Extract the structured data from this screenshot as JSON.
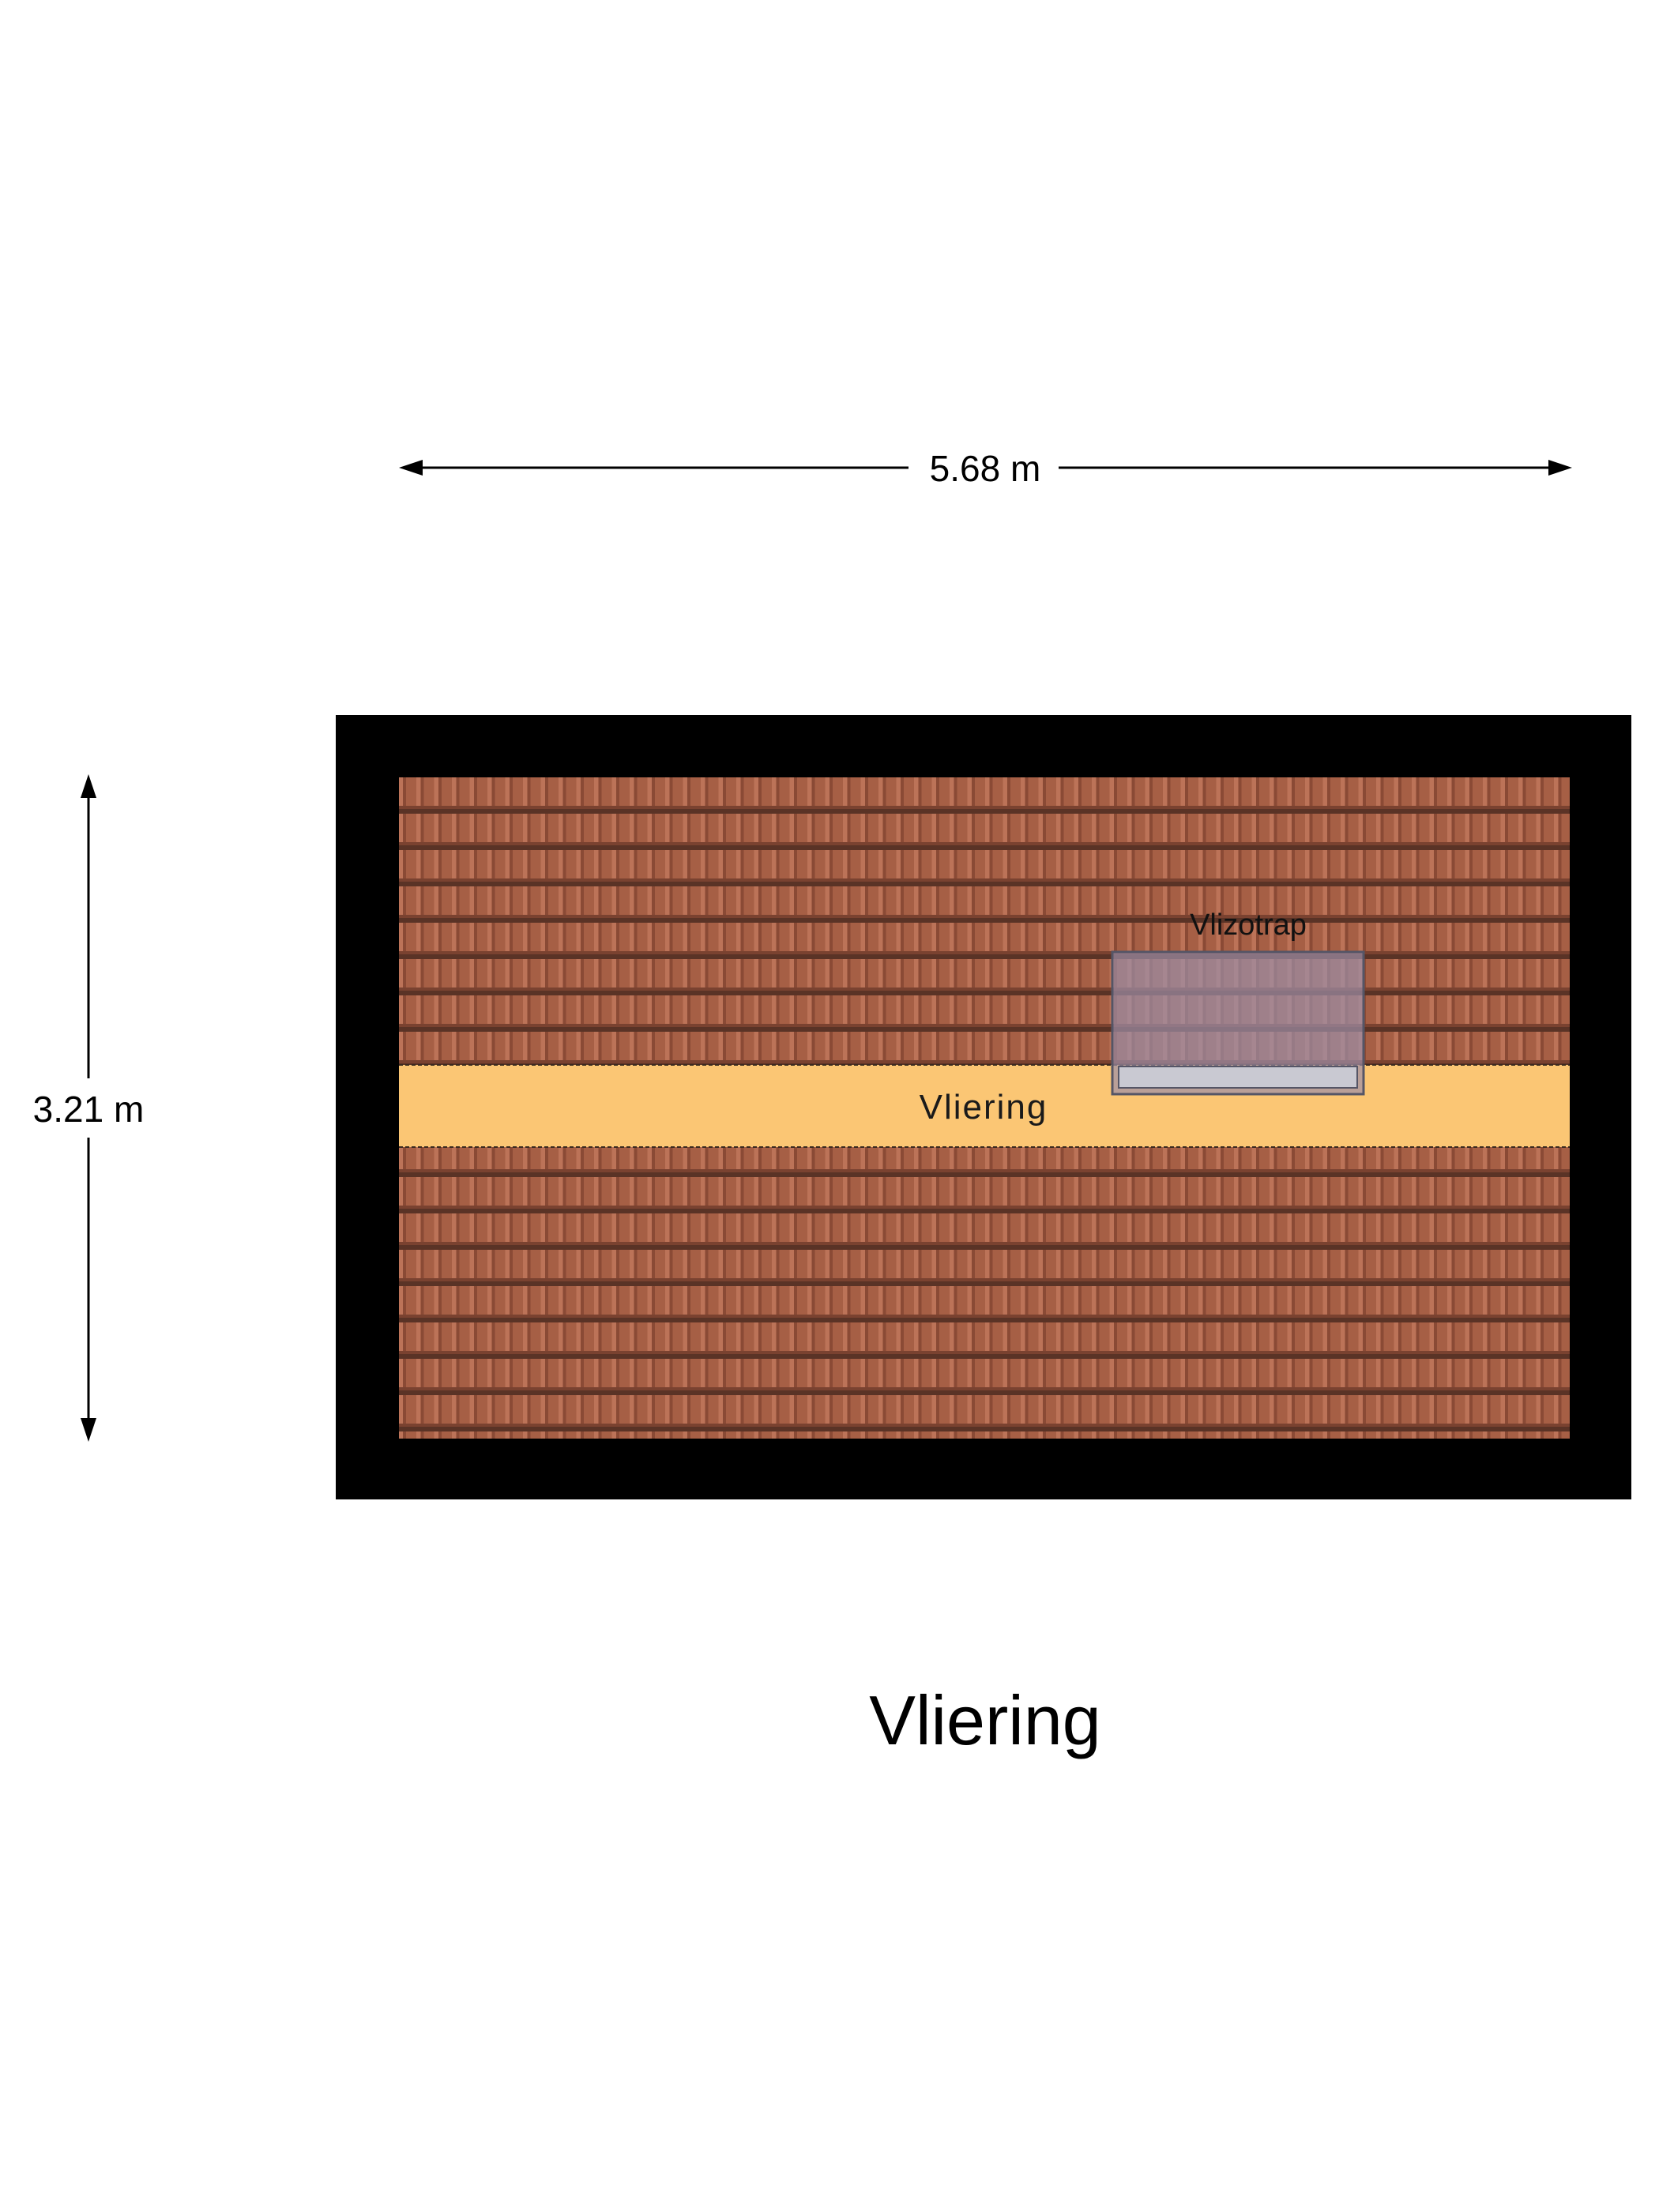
{
  "dimensions": {
    "width_label": "5.68 m",
    "height_label": "3.21 m"
  },
  "rooms": {
    "main_label": "Vliering",
    "stair_label": "Vlizotrap"
  },
  "floor": {
    "title": "Vliering"
  },
  "colors": {
    "wall": "#000000",
    "roof_tile": "#a65f45",
    "roof_tile_shadow": "#5a3326",
    "floor_band": "#fbc674",
    "stair_fill": "#9d8fa8",
    "background": "#ffffff"
  }
}
